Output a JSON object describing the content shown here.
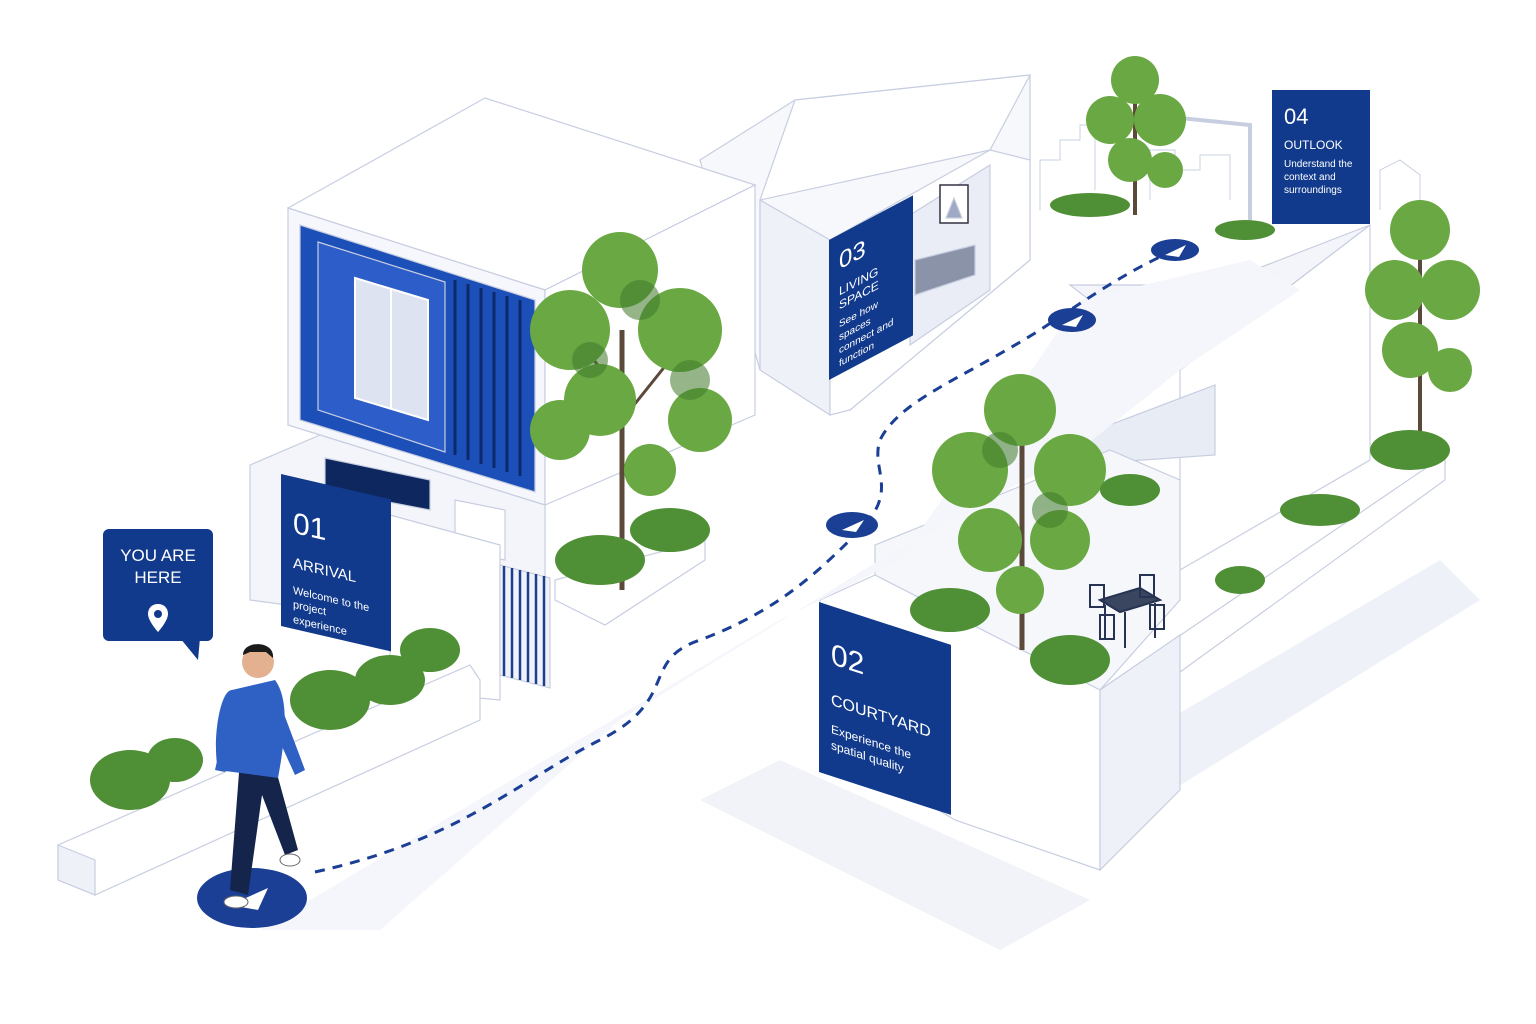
{
  "colors": {
    "brand": "#123a8c",
    "accent": "#2d5dc8",
    "wall": "#f4f6fb",
    "line": "#9aa7c7",
    "tree": "#5a9a3a",
    "treeDark": "#3f7a2a"
  },
  "you_are_here": {
    "label": "YOU ARE HERE",
    "icon": "location-pin-icon"
  },
  "steps": [
    {
      "number": "01",
      "title": "ARRIVAL",
      "description": "Welcome to the project experience"
    },
    {
      "number": "02",
      "title": "COURTYARD",
      "description": "Experience the spatial quality"
    },
    {
      "number": "03",
      "title": "LIVING SPACE",
      "description": "See how spaces connect and function"
    },
    {
      "number": "04",
      "title": "OUTLOOK",
      "description": "Understand the context and surroundings"
    }
  ],
  "path_markers": {
    "icon": "navigation-arrow-icon"
  }
}
